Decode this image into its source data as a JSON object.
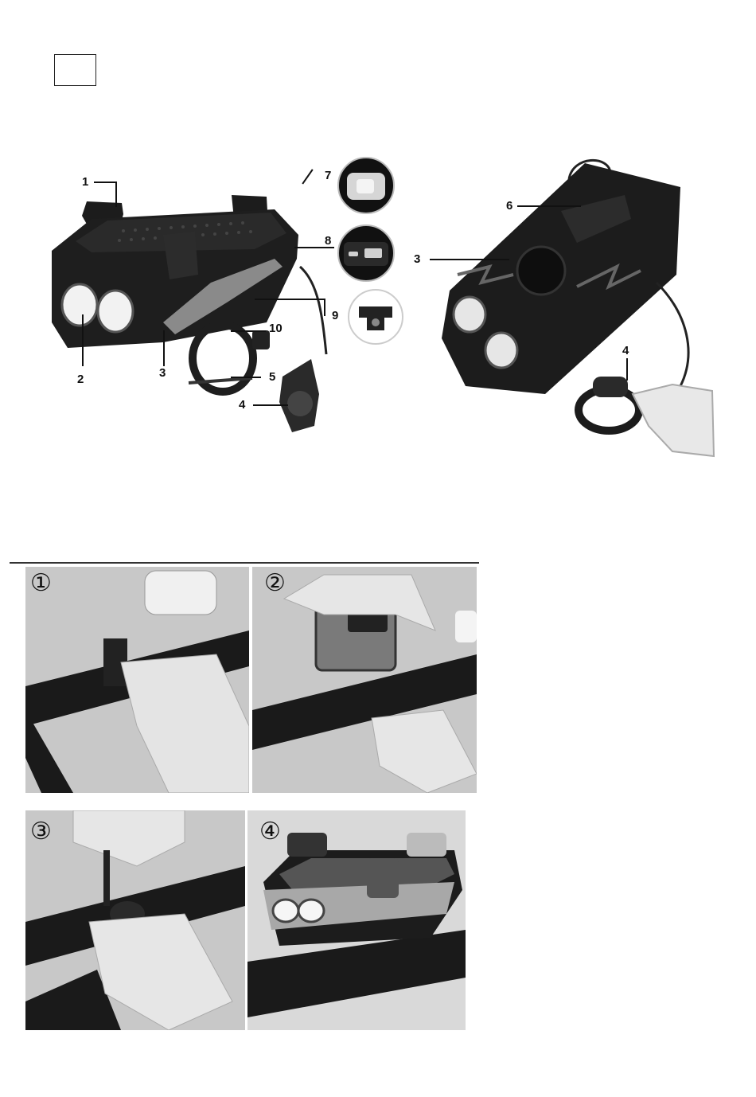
{
  "callouts": {
    "c1": "1",
    "c2": "2",
    "c3_left": "3",
    "c4_left": "4",
    "c5": "5",
    "c6": "6",
    "c7": "7",
    "c8": "8",
    "c9": "9",
    "c10": "10",
    "c3_right": "3",
    "c4_right": "4"
  },
  "steps": [
    "①",
    "②",
    "③",
    "④"
  ],
  "colors": {
    "ink": "#111111",
    "device": "#1c1c1c",
    "gray": "#8a8a8a"
  }
}
